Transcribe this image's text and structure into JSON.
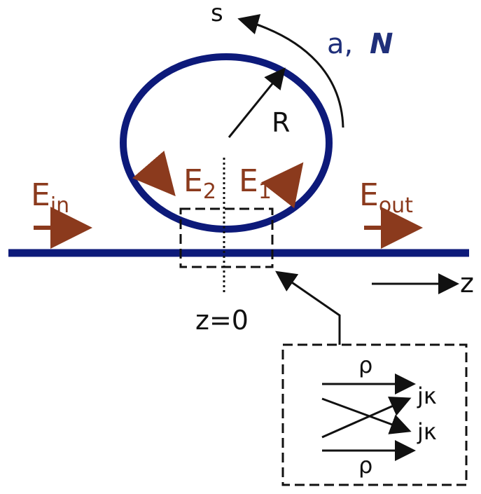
{
  "labels": {
    "s": "s",
    "a": "a,",
    "n": "N",
    "r": "R",
    "e_in_main": "E",
    "e_in_sub": "in",
    "e_out_main": "E",
    "e_out_sub": "out",
    "e1_main": "E",
    "e1_sub": "1",
    "e2_main": "E",
    "e2_sub": "2",
    "z_axis": "z",
    "z_zero": "z=0",
    "rho_top": "ρ",
    "rho_bottom": "ρ",
    "jk_top": "jκ",
    "jk_bottom": "jκ"
  },
  "colors": {
    "waveguide": "#0d1a7a",
    "field_arrows": "#8b3a1d",
    "label_brown": "#8b3a1d",
    "label_blue": "#1f2f7a",
    "lines": "#111111"
  }
}
